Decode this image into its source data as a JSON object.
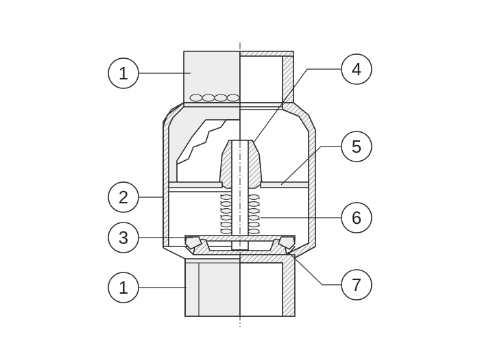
{
  "callouts": [
    {
      "id": "c1-top",
      "label": "1"
    },
    {
      "id": "c2",
      "label": "2"
    },
    {
      "id": "c3",
      "label": "3"
    },
    {
      "id": "c1-bottom",
      "label": "1"
    },
    {
      "id": "c4",
      "label": "4"
    },
    {
      "id": "c5",
      "label": "5"
    },
    {
      "id": "c6",
      "label": "6"
    },
    {
      "id": "c7",
      "label": "7"
    }
  ]
}
